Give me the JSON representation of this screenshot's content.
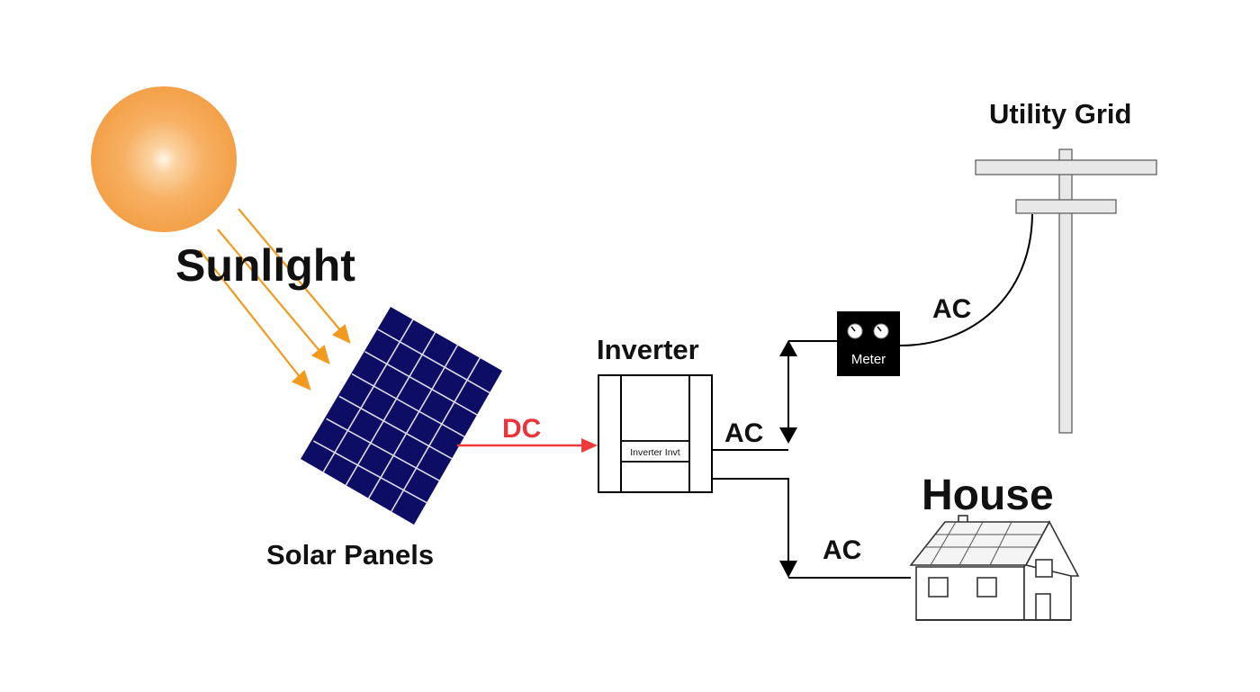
{
  "labels": {
    "sunlight": "Sunlight",
    "solar_panels": "Solar Panels",
    "dc": "DC",
    "inverter": "Inverter",
    "inverter_inner": "Inverter Invt",
    "ac_inverter_out": "AC",
    "ac_grid": "AC",
    "ac_house": "AC",
    "meter": "Meter",
    "utility_grid": "Utility Grid",
    "house": "House"
  },
  "colors": {
    "sun": "#F6A54C",
    "sun_center": "#FFF6EA",
    "sunlight_rays": "#F29A1E",
    "solar_panel": "#0E0D66",
    "panel_grid": "#FFFFFF",
    "dc_line": "#F03A3A",
    "dc_text": "#E8343A",
    "wire": "#000000",
    "meter_body": "#000000",
    "pole": "#E8E8E8"
  },
  "icons": {
    "sun": "sun-icon",
    "panel": "solar-panel-icon",
    "inverter": "inverter-icon",
    "meter": "meter-icon",
    "pole": "utility-pole-icon",
    "house": "house-icon"
  }
}
